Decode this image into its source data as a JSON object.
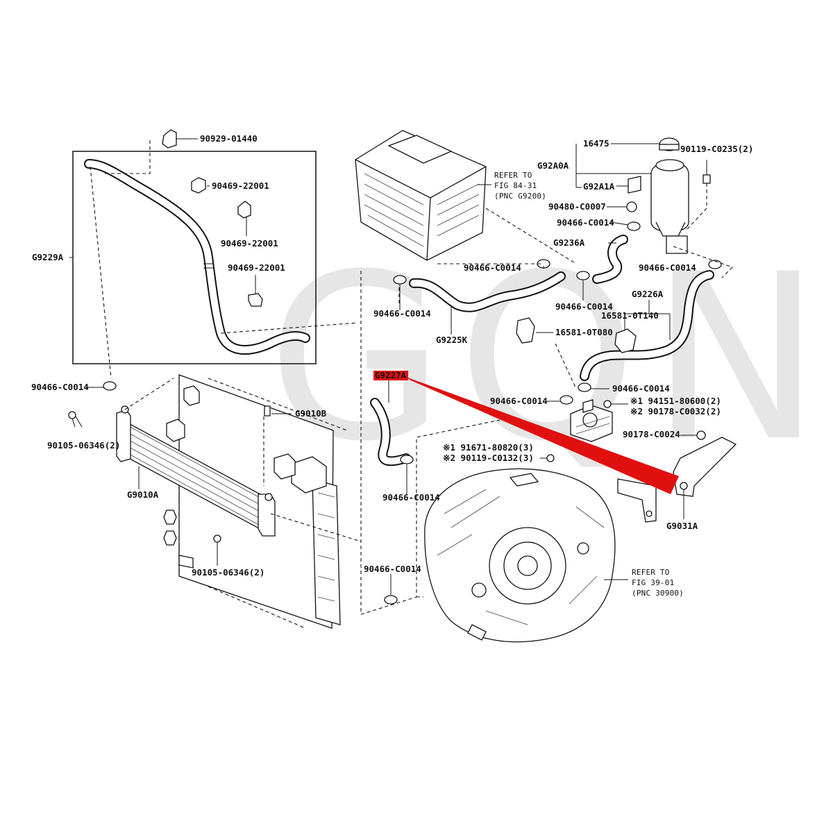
{
  "watermark": "GQN",
  "highlight": {
    "part": "G9227A",
    "color": "#e01010"
  },
  "callouts": [
    {
      "id": "c-9092901440",
      "text": "90929-01440"
    },
    {
      "id": "c-9046922001a",
      "text": "90469-22001"
    },
    {
      "id": "c-9046922001b",
      "text": "90469-22001"
    },
    {
      "id": "c-9046922001c",
      "text": "90469-22001"
    },
    {
      "id": "c-G9229A",
      "text": "G9229A"
    },
    {
      "id": "c-90466-l1",
      "text": "90466-C0014"
    },
    {
      "id": "c-9010506346a",
      "text": "90105-06346(2)"
    },
    {
      "id": "c-G9010A",
      "text": "G9010A"
    },
    {
      "id": "c-G9010B",
      "text": "G9010B"
    },
    {
      "id": "c-9010506346b",
      "text": "90105-06346(2)"
    },
    {
      "id": "c-refer1a",
      "text": "REFER TO"
    },
    {
      "id": "c-refer1b",
      "text": "FIG 84-31"
    },
    {
      "id": "c-refer1c",
      "text": "(PNC G9200)"
    },
    {
      "id": "c-16475",
      "text": "16475"
    },
    {
      "id": "c-9011902352",
      "text": "90119-C0235(2)"
    },
    {
      "id": "c-G92A0A",
      "text": "G92A0A"
    },
    {
      "id": "c-G92A1A",
      "text": "G92A1A"
    },
    {
      "id": "c-9048000007",
      "text": "90480-C0007"
    },
    {
      "id": "c-90466-r1",
      "text": "90466-C0014"
    },
    {
      "id": "c-G9236A",
      "text": "G9236A"
    },
    {
      "id": "c-90466-m1",
      "text": "90466-C0014"
    },
    {
      "id": "c-90466-r2",
      "text": "90466-C0014"
    },
    {
      "id": "c-90466-m2",
      "text": "90466-C0014"
    },
    {
      "id": "c-90466-m3",
      "text": "90466-C0014"
    },
    {
      "id": "c-G9226A",
      "text": "G9226A"
    },
    {
      "id": "c-G9225K",
      "text": "G9225K"
    },
    {
      "id": "c-165810T140",
      "text": "16581-0T140"
    },
    {
      "id": "c-165810T080",
      "text": "16581-0T080"
    },
    {
      "id": "c-G9227A",
      "text": "G9227A"
    },
    {
      "id": "c-90466-m4",
      "text": "90466-C0014"
    },
    {
      "id": "c-90466-m5",
      "text": "90466-C0014"
    },
    {
      "id": "c-9415180600",
      "text": "※1 94151-80600(2)"
    },
    {
      "id": "c-9017800032",
      "text": "※2 90178-C0032(2)"
    },
    {
      "id": "c-9017800024",
      "text": "90178-C0024"
    },
    {
      "id": "c-9167180820",
      "text": "※1 91671-80820(3)"
    },
    {
      "id": "c-9011900132",
      "text": "※2 90119-C0132(3)"
    },
    {
      "id": "c-90466-m6",
      "text": "90466-C0014"
    },
    {
      "id": "c-G9031A",
      "text": "G9031A"
    },
    {
      "id": "c-90466-m7",
      "text": "90466-C0014"
    },
    {
      "id": "c-refer2a",
      "text": "REFER TO"
    },
    {
      "id": "c-refer2b",
      "text": "FIG 39-01"
    },
    {
      "id": "c-refer2c",
      "text": "(PNC 30900)"
    }
  ]
}
